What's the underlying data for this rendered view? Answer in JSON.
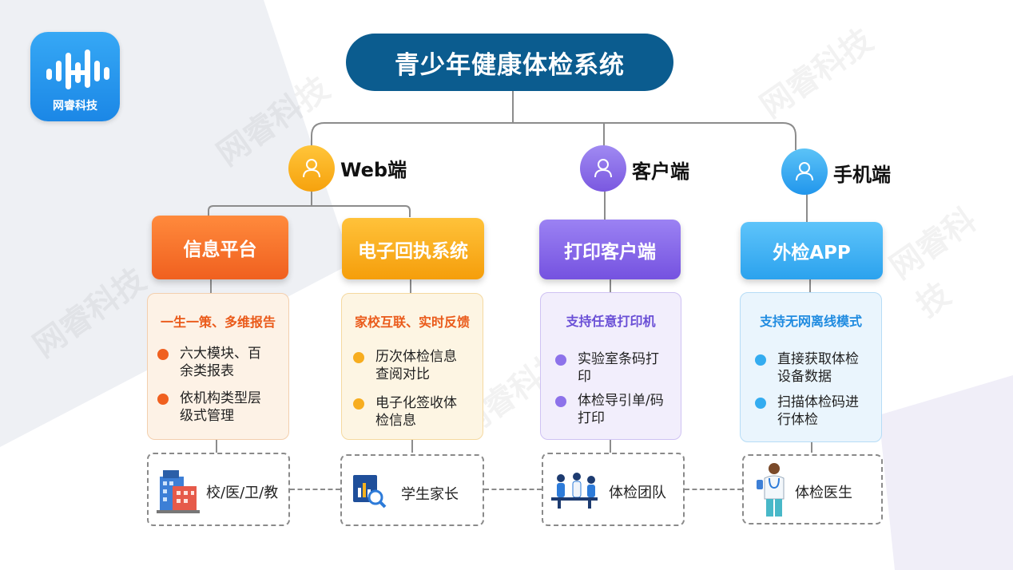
{
  "logo": {
    "text": "网睿科技"
  },
  "title": "青少年健康体检系统",
  "tiers": [
    {
      "label": "Web端",
      "color": "#f7a51c"
    },
    {
      "label": "客户端",
      "color": "#8a6ae8"
    },
    {
      "label": "手机端",
      "color": "#2ea8ef"
    }
  ],
  "modules": [
    {
      "label": "信息平台",
      "color": "#f2702a",
      "card_head": "一生一策、多维报告",
      "head_color": "#ea5a1a",
      "bullets": [
        "六大模块、百余类报表",
        "依机构类型层级式管理"
      ]
    },
    {
      "label": "电子回执系统",
      "color": "#f7a51c",
      "card_head": "家校互联、实时反馈",
      "head_color": "#ea5a1a",
      "bullets": [
        "历次体检信息查阅对比",
        "电子化签收体检信息"
      ]
    },
    {
      "label": "打印客户端",
      "color": "#8a6ae8",
      "card_head": "支持任意打印机",
      "head_color": "#6a4fd6",
      "bullets": [
        "实验室条码打印",
        "体检导引单/码打印"
      ]
    },
    {
      "label": "外检APP",
      "color": "#2ea8ef",
      "card_head": "支持无网离线模式",
      "head_color": "#1f8be0",
      "bullets": [
        "直接获取体检设备数据",
        "扫描体检码进行体检"
      ]
    }
  ],
  "users": [
    {
      "label": "校/医/卫/教",
      "icon": "hospital-building-icon"
    },
    {
      "label": "学生家长",
      "icon": "report-search-icon"
    },
    {
      "label": "体检团队",
      "icon": "medical-team-icon"
    },
    {
      "label": "体检医生",
      "icon": "doctor-icon"
    }
  ],
  "watermark": "网睿科技"
}
